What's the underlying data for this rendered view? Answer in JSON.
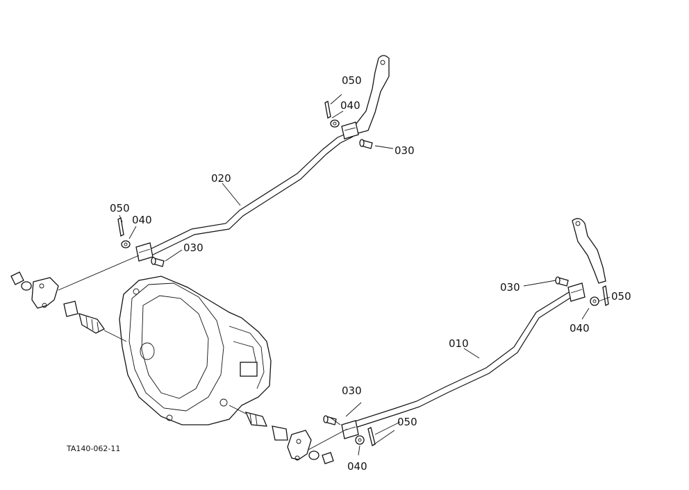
{
  "callouts": {
    "upper_050": "050",
    "upper_040": "040",
    "upper_030": "030",
    "rod_020": "020",
    "left_050": "050",
    "left_040": "040",
    "left_030": "030",
    "right_030": "030",
    "right_050": "050",
    "right_040": "040",
    "rod_010": "010",
    "lower_030": "030",
    "lower_050": "050",
    "lower_040": "040"
  },
  "figure_code": "TA140-062-11"
}
